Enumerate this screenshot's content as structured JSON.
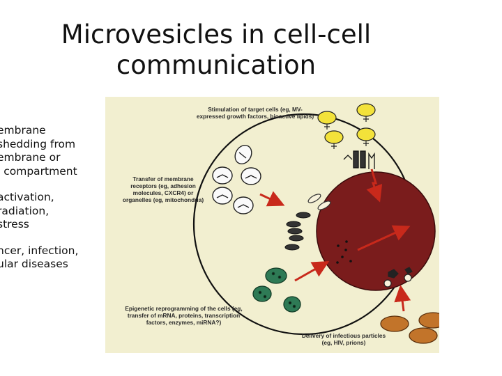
{
  "slide": {
    "title_lines": [
      "Microvesicles in cell-cell",
      "communication"
    ]
  },
  "side_text": {
    "paragraphs": [
      [
        "embrane",
        "shedding from",
        "embrane or",
        "l compartment"
      ],
      [
        "activation,",
        "radiation,",
        "stress"
      ],
      [
        "ncer, infection,",
        "ular diseases"
      ]
    ]
  },
  "figure": {
    "labels": {
      "stimulation": [
        "Stimulation of target cells (eg, MV-",
        "expressed growth factors, bioactive lipids)"
      ],
      "transfer": [
        "Transfer of membrane",
        "receptors (eg, adhesion",
        "molecules, CXCR4) or",
        "organelles (eg, mitochondria)"
      ],
      "epigenetic": [
        "Epigenetic reprogramming of the cells (eg,",
        "transfer of mRNA, proteins, transcription",
        "factors, enzymes, miRNA?)"
      ],
      "delivery": [
        "Delivery of infectious particles",
        "(eg, HIV, prions)"
      ]
    },
    "colors": {
      "background": "#f2efd0",
      "nucleus": "#7a1c1c",
      "arrow": "#c8291b",
      "yellow_vesicle": "#f3e23a",
      "green_vesicle": "#2e7a55",
      "orange_vesicle": "#c2742a"
    }
  }
}
